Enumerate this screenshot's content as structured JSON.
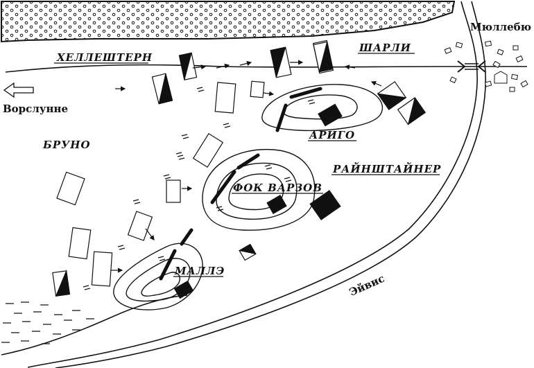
{
  "map": {
    "labels": {
      "hellestern": "ХЕЛЛЕШТЕРН",
      "sharli": "ШАРЛИ",
      "arigo": "АРИГО",
      "bruno": "БРУНО",
      "rainshtainer": "РАЙНШТАЙНЕР",
      "fok_varzov": "ФОК ВАРЗОВ",
      "malle": "МАЛЛЭ"
    },
    "places": {
      "vorslunne": "Ворслунне",
      "myullebyu": "Мюллебю",
      "eivis": "Эйвис"
    },
    "colors": {
      "ink": "#111111",
      "paper": "#ffffff"
    }
  }
}
